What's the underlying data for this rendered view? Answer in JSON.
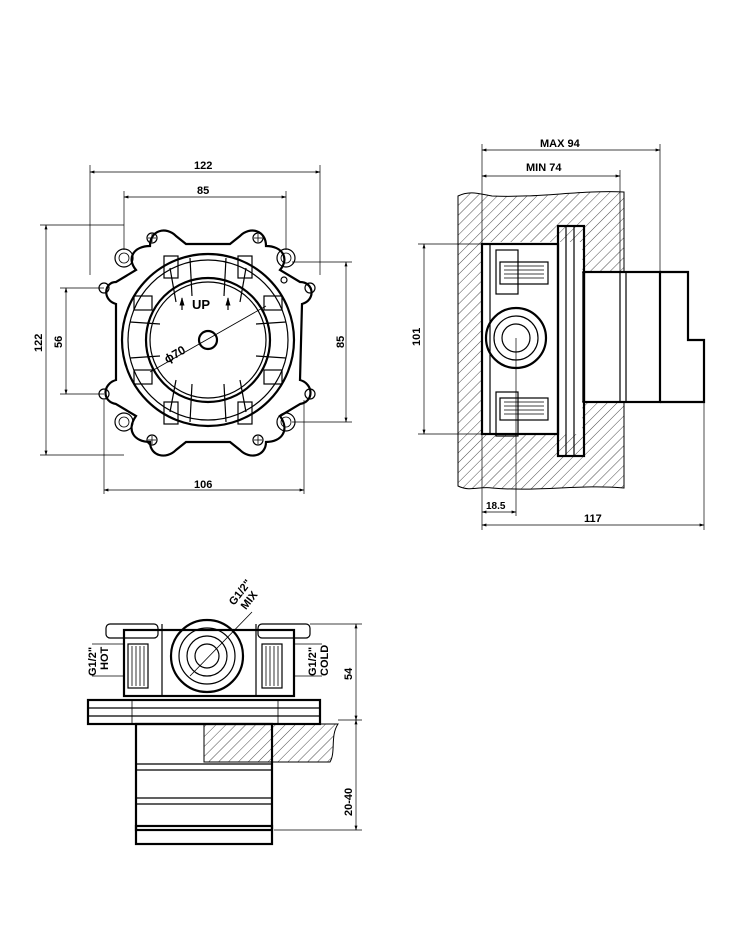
{
  "front_view": {
    "dims": {
      "width_outer": "122",
      "width_holes": "85",
      "height_outer": "122",
      "height_inner": "56",
      "height_holes": "85",
      "bottom_width": "106",
      "center_dia": "ϕ70"
    },
    "up_label": "UP"
  },
  "side_view": {
    "dims": {
      "max_depth": "MAX 94",
      "min_depth": "MIN 74",
      "height": "101",
      "offset": "18.5",
      "total_depth": "117"
    }
  },
  "bottom_view": {
    "labels": {
      "mix_size": "G1/2\"",
      "mix_name": "MIX",
      "hot_size": "G1/2\"",
      "hot_name": "HOT",
      "cold_size": "G1/2\"",
      "cold_name": "COLD"
    },
    "dims": {
      "height": "54",
      "range": "20-40"
    }
  }
}
